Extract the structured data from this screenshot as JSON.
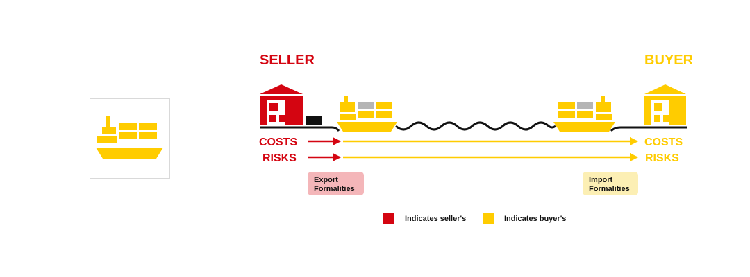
{
  "colors": {
    "seller": "#D40511",
    "buyer": "#FFCC00",
    "export_box": "#F4B6B9",
    "import_box": "#FCEFB4",
    "ground": "#111111",
    "cargo_grey": "#B5B5B5"
  },
  "icons": {
    "mode_icon": "ship-icon",
    "seller_building": "warehouse-icon",
    "buyer_building": "warehouse-icon",
    "truck": "truck-icon"
  },
  "labels": {
    "seller": "SELLER",
    "buyer": "BUYER",
    "costs_left": "COSTS",
    "risks_left": "RISKS",
    "costs_right": "COSTS",
    "risks_right": "RISKS"
  },
  "formalities": {
    "export_line1": "Export",
    "export_line2": "Formalities",
    "import_line1": "Import",
    "import_line2": "Formalities"
  },
  "legend": {
    "seller": "Indicates seller's",
    "buyer": "Indicates buyer's"
  }
}
